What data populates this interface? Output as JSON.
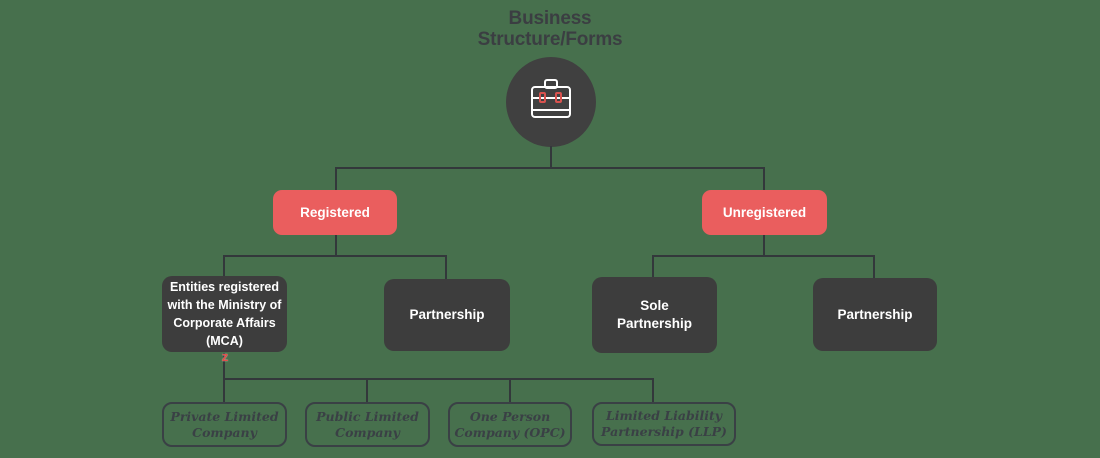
{
  "diagram": {
    "title_line1": "Business",
    "title_line2": "Structure/Forms",
    "root_icon": "briefcase-icon",
    "branches": [
      {
        "label": "Registered",
        "children": [
          {
            "label": "Entities registered with the Ministry of Corporate Affairs (MCA)",
            "children": [
              {
                "label": "Private Limited Company"
              },
              {
                "label": "Public Limited Company"
              },
              {
                "label": "One Person Company (OPC)"
              },
              {
                "label": "Limited Liability Partnership (LLP)"
              }
            ]
          },
          {
            "label": "Partnership"
          }
        ]
      },
      {
        "label": "Unregistered",
        "children": [
          {
            "label": "Sole Partnership"
          },
          {
            "label": "Partnership"
          }
        ]
      }
    ],
    "stray_mark": "z"
  },
  "colors": {
    "background": "#47704D",
    "node_fill": "#3D3D3D",
    "accent_red": "#EA5E5E",
    "connector_line": "#33383B",
    "outline_box_ink": "#3A4045",
    "light_text": "#FFFFFF",
    "stray_mark_red": "#E0504A",
    "briefcase_clasp_red": "#D9534F"
  }
}
